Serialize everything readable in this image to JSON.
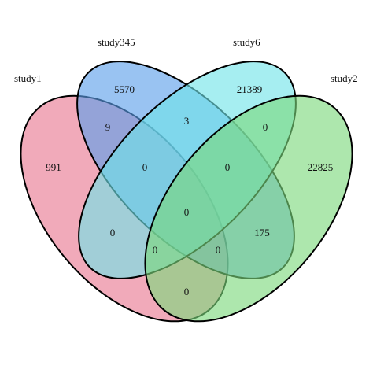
{
  "sets": [
    {
      "key": "study1",
      "label": "study1",
      "color": "#E8768F"
    },
    {
      "key": "study345",
      "label": "study345",
      "color": "#5B9EEA"
    },
    {
      "key": "study6",
      "label": "study6",
      "color": "#6FE3E8"
    },
    {
      "key": "study2",
      "label": "study2",
      "color": "#7AD87A"
    }
  ],
  "regions": [
    {
      "id": "only-study345",
      "sets": [
        "study345"
      ],
      "value": "5570"
    },
    {
      "id": "only-study6",
      "sets": [
        "study6"
      ],
      "value": "21389"
    },
    {
      "id": "study345-study6",
      "sets": [
        "study345",
        "study6"
      ],
      "value": "3"
    },
    {
      "id": "study1-study345",
      "sets": [
        "study1",
        "study345"
      ],
      "value": "9"
    },
    {
      "id": "study6-study2",
      "sets": [
        "study6",
        "study2"
      ],
      "value": "0"
    },
    {
      "id": "only-study1",
      "sets": [
        "study1"
      ],
      "value": "991"
    },
    {
      "id": "study1-study345-study6",
      "sets": [
        "study1",
        "study345",
        "study6"
      ],
      "value": "0"
    },
    {
      "id": "study345-study6-study2",
      "sets": [
        "study345",
        "study6",
        "study2"
      ],
      "value": "0"
    },
    {
      "id": "only-study2",
      "sets": [
        "study2"
      ],
      "value": "22825"
    },
    {
      "id": "all-four",
      "sets": [
        "study1",
        "study345",
        "study6",
        "study2"
      ],
      "value": "0"
    },
    {
      "id": "study1-study6",
      "sets": [
        "study1",
        "study6"
      ],
      "value": "0"
    },
    {
      "id": "study345-study2",
      "sets": [
        "study345",
        "study2"
      ],
      "value": "175"
    },
    {
      "id": "study1-study6-study2",
      "sets": [
        "study1",
        "study6",
        "study2"
      ],
      "value": "0"
    },
    {
      "id": "study1-study345-study2",
      "sets": [
        "study1",
        "study345",
        "study2"
      ],
      "value": "0"
    },
    {
      "id": "study1-study2",
      "sets": [
        "study1",
        "study2"
      ],
      "value": "0"
    }
  ]
}
